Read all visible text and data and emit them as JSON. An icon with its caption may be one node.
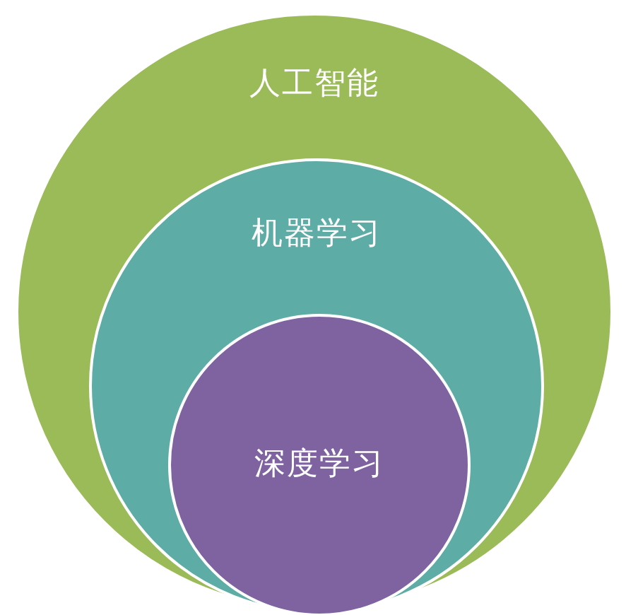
{
  "diagram": {
    "nodes": [
      {
        "text": [
          "人工智能"
        ]
      },
      {
        "text": [
          "机器学习"
        ],
        "in": 0
      },
      {
        "text": [
          "深度学习"
        ],
        "in": 1
      }
    ]
  }
}
